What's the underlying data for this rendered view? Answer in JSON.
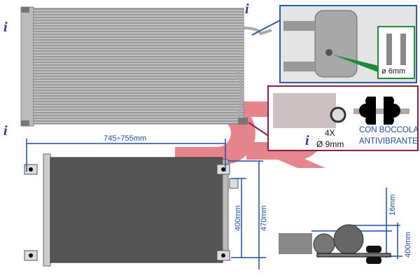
{
  "dimensions": {
    "width_label": "745÷755mm",
    "height_core_label": "400mm",
    "height_total_label": "470mm"
  },
  "side_view": {
    "gap_label": "16mm",
    "core_label": "400mm"
  },
  "detail_inlet": {
    "diameter_label": "ø 6mm"
  },
  "detail_mount": {
    "count_label": "4X",
    "diameter_label": "Ø 9mm",
    "note_line1": "CON BOCCOLA",
    "note_line2": "ANTIVIBRANTE"
  },
  "info_icon_glyph": "i",
  "colors": {
    "dimension_blue": "#1f4fa0",
    "mount_box_border": "#8a2040",
    "inlet_box_border": "#2a5aa8",
    "green_box": "#1f8a3a",
    "watermark_red": "#d02030"
  }
}
